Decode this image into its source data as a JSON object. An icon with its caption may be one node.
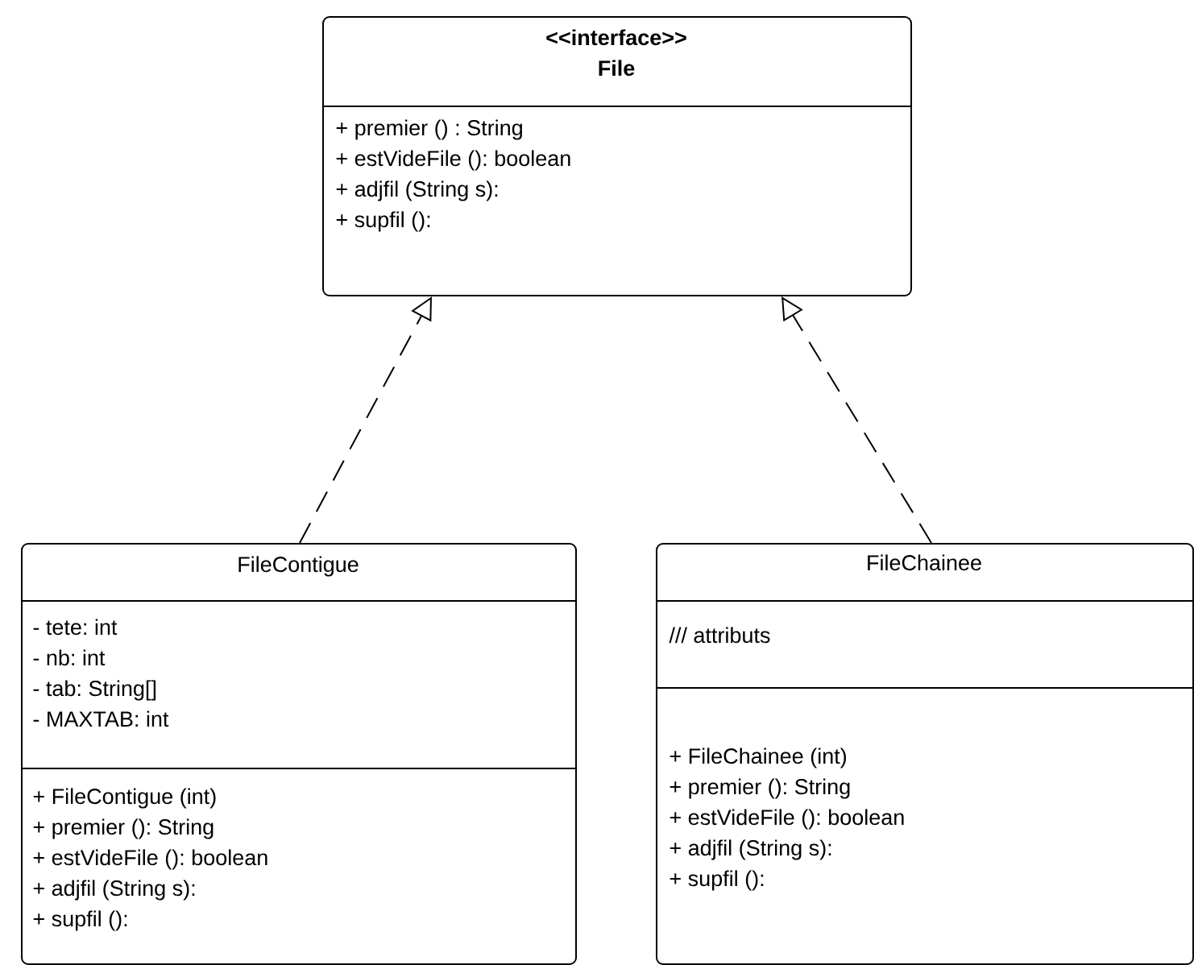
{
  "diagram": {
    "nodes": [
      {
        "text": [
          "<<interface>>",
          "File"
        ]
      },
      {
        "text": [
          "+ premier () : String",
          "+ estVideFile (): boolean",
          "+ adjfil (String s):",
          "+ supfil ():"
        ],
        "in": 0
      },
      {
        "text": [
          "FileContigue"
        ]
      },
      {
        "text": [
          "- tete: int",
          "- nb: int",
          "- tab: String[]",
          "- MAXTAB: int"
        ],
        "in": 2
      },
      {
        "text": [
          "+ FileContigue (int)",
          "+ premier (): String",
          "+ estVideFile (): boolean",
          "+ adjfil (String s):",
          "+ supfil ():"
        ],
        "in": 2
      },
      {
        "text": [
          "FileChainee"
        ]
      },
      {
        "text": [
          "/// attributs"
        ],
        "in": 5
      },
      {
        "text": [
          "+ FileChainee (int)",
          "+ premier (): String",
          "+ estVideFile (): boolean",
          "+ adjfil (String s):",
          "+ supfil ():"
        ],
        "in": 5
      }
    ],
    "edges": [
      {
        "from": 2,
        "to": 0,
        "arrow": "to",
        "style": "dashed"
      },
      {
        "from": 5,
        "to": 0,
        "arrow": "to",
        "style": "dashed"
      }
    ]
  }
}
